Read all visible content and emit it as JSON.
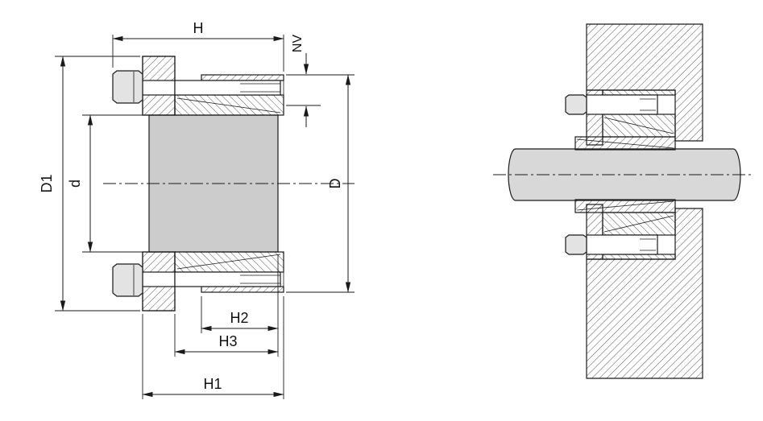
{
  "drawing": {
    "colors": {
      "background": "#ffffff",
      "line": "#1a1a1a",
      "steel": "#d8d8d8",
      "bolt_head": "#e3e3e3",
      "bore": "#cccccc"
    },
    "dimensions": {
      "H": "H",
      "NV": "NV",
      "D1": "D1",
      "d": "d",
      "D": "D",
      "H2": "H2",
      "H3": "H3",
      "H1": "H1"
    }
  }
}
